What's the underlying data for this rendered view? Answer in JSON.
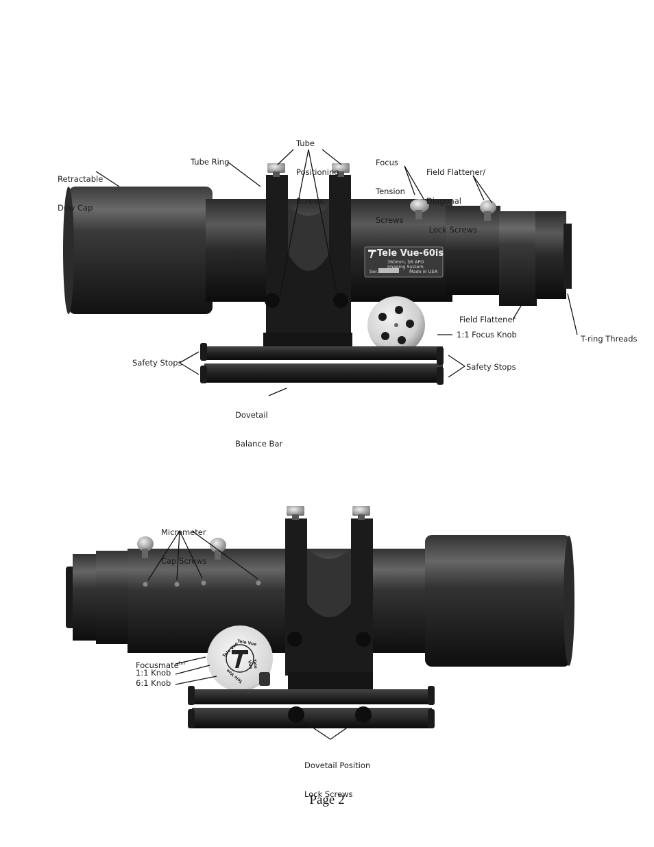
{
  "figure_top": {
    "labels": {
      "tube_positioning_screws": [
        "Tube",
        "Positioning",
        "Screws"
      ],
      "retractable_dew_cap": [
        "Retractable",
        "Dew Cap"
      ],
      "tube_ring": "Tube Ring",
      "focus_tension_screws": [
        "Focus",
        "Tension",
        "Screws"
      ],
      "field_flattener_lock_screws": [
        "Field Flattener/",
        "Diagonal",
        " Lock Screws"
      ],
      "field_flattener": "Field Flattener",
      "focus_knob": "1:1 Focus Knob",
      "t_ring_threads": "T-ring Threads",
      "safety_stops_left": "Safety Stops",
      "safety_stops_right": "Safety Stops",
      "dovetail_balance_bar": [
        "Dovetail",
        "Balance Bar"
      ]
    },
    "nameplate": {
      "brand": "Tele Vue-60is",
      "line1": "360mm, f/6 APO",
      "line2": "Imaging System",
      "ser": "Ser.",
      "made": "Made in USA"
    }
  },
  "figure_bottom": {
    "labels": {
      "micrometer_cap_screws": [
        "Micrometer",
        "Cap Screws"
      ],
      "focusmate_label": "Focusmate",
      "focusmate_tm": "tm",
      "knob_1_1": "1:1 Knob",
      "knob_6_1": "6:1 Knob",
      "dovetail_position_lock_screws": [
        "Dovetail Position",
        "Lock Screws"
      ]
    },
    "knob_face_text": "Tele Vue"
  },
  "page_number": "Page 2"
}
